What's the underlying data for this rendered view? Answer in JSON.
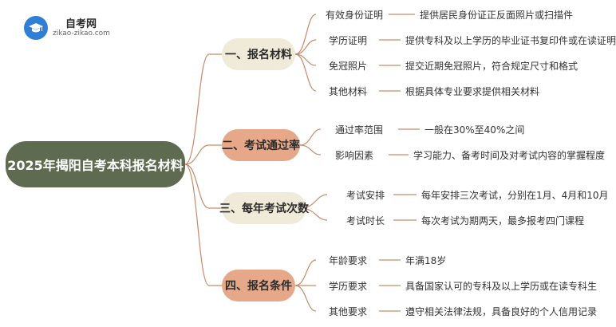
{
  "logo": {
    "title": "自考网",
    "url": "zikao-zikao.com"
  },
  "root": "2025年揭阳自考本科报名材料",
  "categories": [
    {
      "label": "一、报名材料",
      "items": [
        {
          "key": "有效身份证明",
          "value": "提供居民身份证正反面照片或扫描件"
        },
        {
          "key": "学历证明",
          "value": "提供专科及以上学历的毕业证书复印件或在读证明"
        },
        {
          "key": "免冠照片",
          "value": "提交近期免冠照片，符合规定尺寸和格式"
        },
        {
          "key": "其他材料",
          "value": "根据具体专业要求提供相关材料"
        }
      ]
    },
    {
      "label": "二、考试通过率",
      "items": [
        {
          "key": "通过率范围",
          "value": "一般在30%至40%之间"
        },
        {
          "key": "影响因素",
          "value": "学习能力、备考时间及对考试内容的掌握程度"
        }
      ]
    },
    {
      "label": "三、每年考试次数",
      "items": [
        {
          "key": "考试安排",
          "value": "每年安排三次考试，分别在1月、4月和10月"
        },
        {
          "key": "考试时长",
          "value": "每次考试为期两天，最多报考四门课程"
        }
      ]
    },
    {
      "label": "四、报名条件",
      "items": [
        {
          "key": "年龄要求",
          "value": "年满18岁"
        },
        {
          "key": "学历要求",
          "value": "具备国家认可的专科及以上学历或在读专科生"
        },
        {
          "key": "其他要求",
          "value": "遵守相关法律法规，具备良好的个人信用记录"
        }
      ]
    }
  ],
  "colors": {
    "root": "#5e6b50",
    "category_light": "#f0ead9",
    "category_brown": "#e6a888",
    "line": "#c58a6a"
  }
}
